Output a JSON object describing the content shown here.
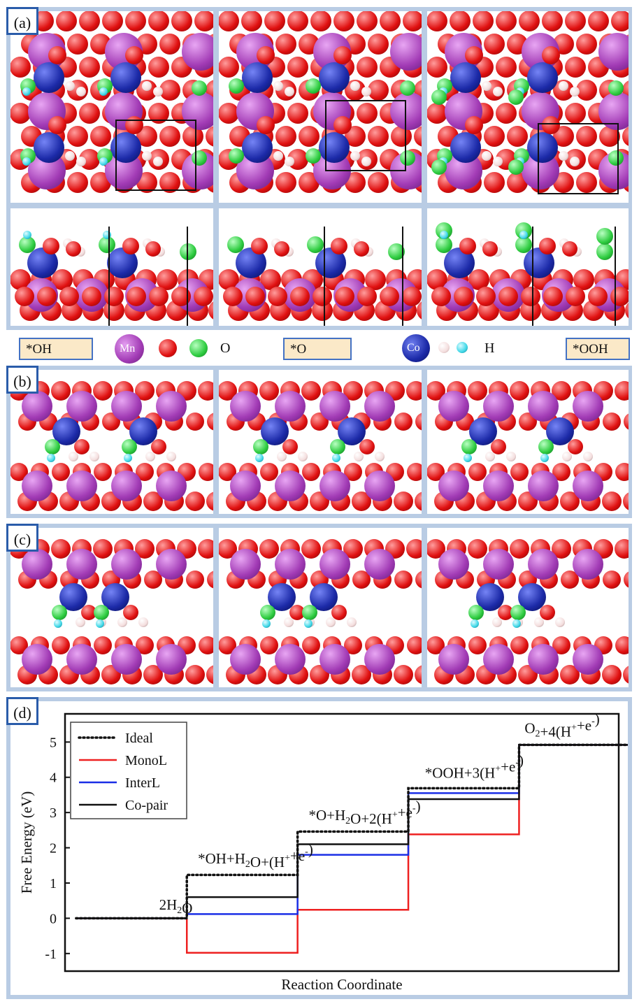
{
  "panels": {
    "a": "(a)",
    "b": "(b)",
    "c": "(c)",
    "d": "(d)"
  },
  "legend": {
    "oh_tag": "*OH",
    "o_tag": "*O",
    "ooh_tag": "*OOH",
    "mn_label": "Mn",
    "co_label": "Co",
    "o_label": "O",
    "h_label": "H"
  },
  "colors": {
    "panel_bg": "#b9cce4",
    "mn": "#a23bb5",
    "co": "#1c2aa8",
    "o_lattice": "#e01010",
    "o_ads": "#2ecc40",
    "h": "#f4dede",
    "h_ads": "#40d8e8",
    "ideal": "#111111",
    "monol": "#ee2020",
    "interl": "#1a2ee6",
    "copair": "#111111"
  },
  "chart_data": {
    "type": "line",
    "title": "",
    "xlabel": "Reaction Coordinate",
    "ylabel": "Free Energy (eV)",
    "ylim": [
      -1.5,
      5.8
    ],
    "xlim": [
      0,
      5
    ],
    "yticks": [
      "-1",
      "0",
      "1",
      "2",
      "3",
      "4",
      "5"
    ],
    "legend_position": "top-left",
    "steps": [
      "2H2O",
      "*OH+H2O+(H++e-)",
      "*O+H2O+2(H++e-)",
      "*OOH+3(H++e-)",
      "O2+4(H++e-)"
    ],
    "step_labels": [
      {
        "text": "2H",
        "sub": "2",
        "tail": "O",
        "sup1": "",
        "tail2": "",
        "sup2": "",
        "tail3": ""
      },
      {
        "text": "*OH+H",
        "sub": "2",
        "tail": "O+(H",
        "sup1": "+",
        "tail2": "+e",
        "sup2": "-",
        "tail3": ")"
      },
      {
        "text": "*O+H",
        "sub": "2",
        "tail": "O+2(H",
        "sup1": "+",
        "tail2": "+e",
        "sup2": "-",
        "tail3": ")"
      },
      {
        "text": "*OOH+3(H",
        "sub": "",
        "tail": "",
        "sup1": "+",
        "tail2": "+e",
        "sup2": "-",
        "tail3": ")"
      },
      {
        "text": "O",
        "sub": "2",
        "tail": "+4(H",
        "sup1": "+",
        "tail2": "+e",
        "sup2": "-",
        "tail3": ")"
      }
    ],
    "series": [
      {
        "name": "Ideal",
        "values": [
          0,
          1.23,
          2.46,
          3.69,
          4.92
        ],
        "style": "dotted"
      },
      {
        "name": "MonoL",
        "values": [
          0,
          -0.98,
          0.24,
          2.38,
          4.92
        ],
        "style": "solid"
      },
      {
        "name": "InterL",
        "values": [
          0,
          0.12,
          1.8,
          3.55,
          4.92
        ],
        "style": "solid"
      },
      {
        "name": "Co-pair",
        "values": [
          0,
          0.6,
          2.1,
          3.38,
          4.92
        ],
        "style": "solid"
      }
    ]
  }
}
